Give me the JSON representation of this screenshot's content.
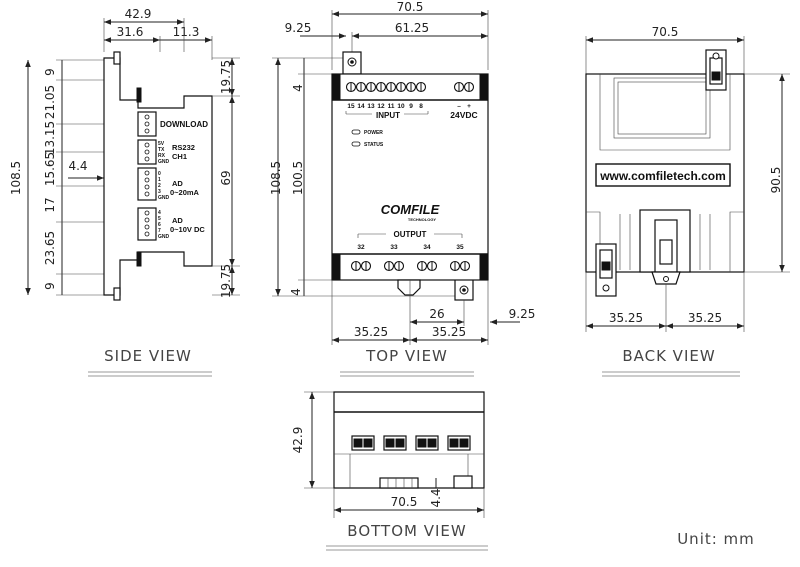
{
  "views": {
    "side": {
      "title": "SIDE VIEW",
      "dims": {
        "width": "42.9",
        "depth_a": "31.6",
        "depth_b": "11.3",
        "h_top": "9",
        "h_download": "21.05",
        "h_rs232": "13.15",
        "h_ad1": "15.65",
        "h_ad2": "17",
        "h_bottom_conn": "23.65",
        "h_bottom": "9",
        "h_total": "108.5",
        "h_inner": "69",
        "rail_top": "19.75",
        "rail_bottom": "19.75",
        "offset": "4.4"
      },
      "labels": {
        "download": "DOWNLOAD",
        "rs232": "RS232",
        "ch1": "CH1",
        "ad1": "AD",
        "ad1_range": "0~20mA",
        "ad2": "AD",
        "ad2_range": "0~10V DC",
        "pins_rs": [
          "5V",
          "TX",
          "RX",
          "GND"
        ],
        "pins_ad1": [
          "0",
          "1",
          "2",
          "3",
          "GND"
        ],
        "pins_ad2": [
          "4",
          "5",
          "6",
          "7",
          "GND"
        ]
      }
    },
    "top": {
      "title": "TOP VIEW",
      "dims": {
        "width": "70.5",
        "tab_offset": "9.25",
        "inner_width": "61.25",
        "h_total": "108.5",
        "h_inner": "100.5",
        "top_gap": "4",
        "bottom_gap": "4",
        "half_left": "35.25",
        "half_right": "35.25",
        "right_tab": "9.25",
        "mid": "26"
      },
      "labels": {
        "inputs": [
          "15",
          "14",
          "13",
          "12",
          "11",
          "10",
          "9",
          "8"
        ],
        "input": "INPUT",
        "power_terms": [
          "–",
          "+"
        ],
        "power": "24VDC",
        "led_power": "POWER",
        "led_status": "STATUS",
        "brand": "COMFILE",
        "brand_sub": "TECHNOLOGY",
        "output": "OUTPUT",
        "outputs": [
          "32",
          "33",
          "34",
          "35"
        ]
      }
    },
    "back": {
      "title": "BACK VIEW",
      "dims": {
        "width": "70.5",
        "height": "90.5",
        "half_left": "35.25",
        "half_right": "35.25"
      },
      "labels": {
        "url": "www.comfiletech.com"
      }
    },
    "bottom": {
      "title": "BOTTOM VIEW",
      "dims": {
        "height": "42.9",
        "width": "70.5",
        "offset": "4.4"
      }
    }
  },
  "unit": "Unit:  mm"
}
